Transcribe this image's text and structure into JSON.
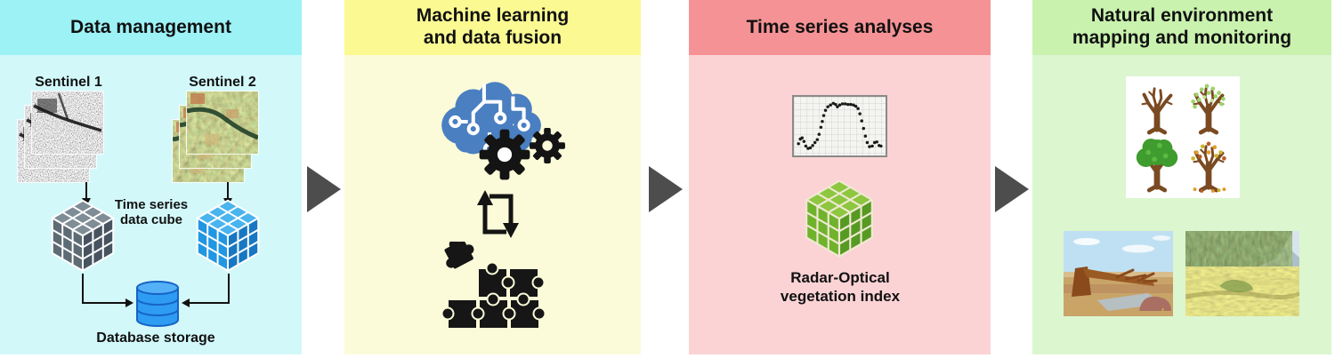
{
  "colors": {
    "page_bg": "#ffffff",
    "flow_arrow": "#4d4d4d",
    "title_text": "#111111",
    "gray_cube": {
      "top": "#7f8d96",
      "left": "#5d6b74",
      "right": "#475460",
      "edge": "#ffffff"
    },
    "blue_cube": {
      "top": "#49b4ee",
      "left": "#2196e3",
      "right": "#1877c2",
      "edge": "#ffffff"
    },
    "green_cube": {
      "top": "#8dc63f",
      "left": "#6fb32c",
      "right": "#569a22",
      "edge": "#f0e9d2"
    },
    "database": "#2d9cf2",
    "brain": "#4a7fc1"
  },
  "panels": [
    {
      "id": "data-management",
      "title_lines": [
        "Data management"
      ],
      "colors": {
        "header": "#9df2f6",
        "body": "#d3f8fa"
      },
      "labels": {
        "sentinel1": "Sentinel 1",
        "sentinel2": "Sentinel 2",
        "cube_line1": "Time series",
        "cube_line2": "data cube",
        "database": "Database storage"
      },
      "icons": [
        "sentinel-1-image-stack",
        "sentinel-2-image-stack",
        "down-arrow",
        "gray-data-cube",
        "blue-data-cube",
        "database-cylinder"
      ]
    },
    {
      "id": "machine-learning-data-fusion",
      "title_lines": [
        "Machine learning",
        "and data fusion"
      ],
      "colors": {
        "header": "#fbfa92",
        "body": "#fcfbd9"
      },
      "icons": [
        "brain-circuit",
        "gears",
        "repeat-arrows",
        "puzzle-pieces"
      ]
    },
    {
      "id": "time-series-analyses",
      "title_lines": [
        "Time series analyses"
      ],
      "colors": {
        "header": "#f59295",
        "body": "#fbd3d5"
      },
      "labels": {
        "index_line1": "Radar-Optical",
        "index_line2": "vegetation index"
      },
      "icons": [
        "time-series-chart",
        "green-data-cube"
      ]
    },
    {
      "id": "natural-environment-mapping",
      "title_lines": [
        "Natural environment",
        "mapping and monitoring"
      ],
      "colors": {
        "header": "#c9f2ae",
        "body": "#dcf6d0"
      },
      "icons": [
        "four-seasons-trees",
        "fallen-tree-illustration",
        "meadow-photo"
      ]
    }
  ],
  "chart_data": {
    "type": "scatter",
    "title": "",
    "xlabel": "",
    "ylabel": "",
    "xlim": [
      0,
      1
    ],
    "ylim": [
      0,
      1
    ],
    "grid": true,
    "legend": false,
    "marker": "dot",
    "color": "#1a1a1a",
    "description": "Seasonal vegetation-index phenology curve: low winter values, steep spring green-up, high summer plateau with small dips, steep autumn senescence, low tail",
    "points": [
      [
        0.05,
        0.2
      ],
      [
        0.07,
        0.28
      ],
      [
        0.09,
        0.3
      ],
      [
        0.11,
        0.24
      ],
      [
        0.13,
        0.16
      ],
      [
        0.155,
        0.12
      ],
      [
        0.18,
        0.13
      ],
      [
        0.205,
        0.17
      ],
      [
        0.23,
        0.22
      ],
      [
        0.255,
        0.27
      ],
      [
        0.275,
        0.36
      ],
      [
        0.295,
        0.48
      ],
      [
        0.31,
        0.58
      ],
      [
        0.325,
        0.68
      ],
      [
        0.345,
        0.77
      ],
      [
        0.37,
        0.83
      ],
      [
        0.4,
        0.86
      ],
      [
        0.43,
        0.89
      ],
      [
        0.455,
        0.87
      ],
      [
        0.475,
        0.83
      ],
      [
        0.5,
        0.86
      ],
      [
        0.53,
        0.88
      ],
      [
        0.56,
        0.88
      ],
      [
        0.59,
        0.87
      ],
      [
        0.62,
        0.87
      ],
      [
        0.65,
        0.86
      ],
      [
        0.675,
        0.84
      ],
      [
        0.7,
        0.8
      ],
      [
        0.72,
        0.71
      ],
      [
        0.74,
        0.59
      ],
      [
        0.76,
        0.46
      ],
      [
        0.78,
        0.33
      ],
      [
        0.8,
        0.22
      ],
      [
        0.825,
        0.15
      ],
      [
        0.855,
        0.16
      ],
      [
        0.88,
        0.22
      ],
      [
        0.905,
        0.23
      ],
      [
        0.93,
        0.17
      ],
      [
        0.95,
        0.16
      ]
    ]
  }
}
